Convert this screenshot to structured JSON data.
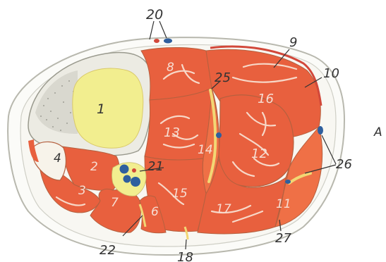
{
  "diagram": {
    "side_letter": "A",
    "numbers": {
      "n1": "1",
      "n2": "2",
      "n3": "3",
      "n4": "4",
      "n6": "6",
      "n7": "7",
      "n8": "8",
      "n9": "9",
      "n10": "10",
      "n11": "11",
      "n12": "12",
      "n13": "13",
      "n14": "14",
      "n15": "15",
      "n16": "16",
      "n17": "17",
      "n18": "18",
      "n20": "20",
      "n21": "21",
      "n22": "22",
      "n25": "25",
      "n26": "26",
      "n27": "27"
    },
    "colors": {
      "muscle": "#e8603e",
      "muscle_light": "#f07a52",
      "bone": "#f2ee8f",
      "marrow_frame": "#ecebe3",
      "skin_fill": "#fbfbf8",
      "skin_outline": "#b8b8ae",
      "vessel_blue": "#2f5f9e",
      "vessel_red": "#d2483a",
      "nerve_yellow": "#f2d774",
      "fat_white": "#f7f3ea"
    }
  }
}
